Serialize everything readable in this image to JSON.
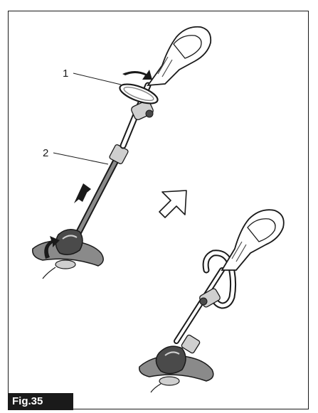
{
  "figure": {
    "label": "Fig.35",
    "callouts": [
      "1",
      "2"
    ]
  },
  "colors": {
    "ink": "#1a1a1a",
    "body_gray": "#8a8a8a",
    "dark_gray": "#4a4a4a",
    "light_gray": "#cfcfcf"
  },
  "icons": [
    "arrow-up-icon",
    "rotate-arrow-icon",
    "hollow-arrow-down-right-icon"
  ]
}
